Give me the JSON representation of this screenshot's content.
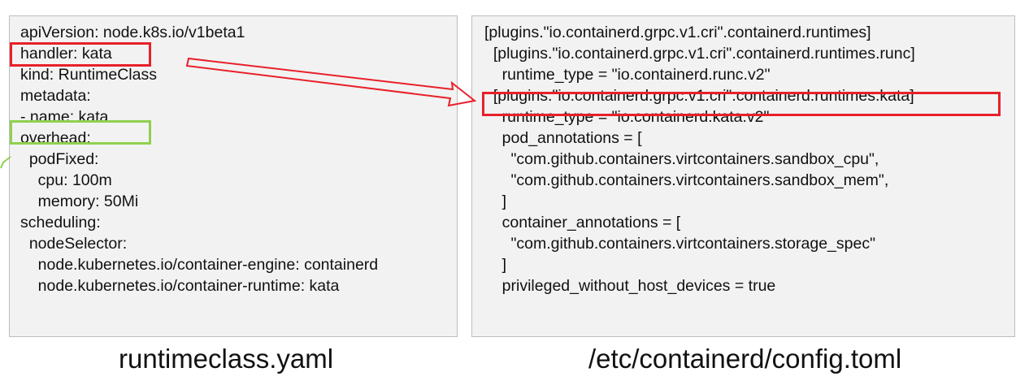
{
  "left_file": {
    "lines": [
      "apiVersion: node.k8s.io/v1beta1",
      "handler: kata",
      "kind: RuntimeClass",
      "metadata:",
      "- name: kata",
      "overhead:",
      "  podFixed:",
      "    cpu: 100m",
      "    memory: 50Mi",
      "scheduling:",
      "  nodeSelector:",
      "    node.kubernetes.io/container-engine: containerd",
      "    node.kubernetes.io/container-runtime: kata"
    ],
    "caption": "runtimeclass.yaml"
  },
  "right_file": {
    "lines": [
      "[plugins.\"io.containerd.grpc.v1.cri\".containerd.runtimes]",
      "  [plugins.\"io.containerd.grpc.v1.cri\".containerd.runtimes.runc]",
      "    runtime_type = \"io.containerd.runc.v2\"",
      "  [plugins.\"io.containerd.grpc.v1.cri\".containerd.runtimes.kata]",
      "    runtime_type = \"io.containerd.kata.v2\"",
      "    pod_annotations = [",
      "      \"com.github.containers.virtcontainers.sandbox_cpu\",",
      "      \"com.github.containers.virtcontainers.sandbox_mem\",",
      "    ]",
      "    container_annotations = [",
      "      \"com.github.containers.virtcontainers.storage_spec\"",
      "    ]",
      "    privileged_without_host_devices = true"
    ],
    "caption": "/etc/containerd/config.toml"
  },
  "colors": {
    "handler_highlight": "#e8202a",
    "name_highlight": "#8fd14f",
    "panel_bg": "#f2f2f2"
  }
}
